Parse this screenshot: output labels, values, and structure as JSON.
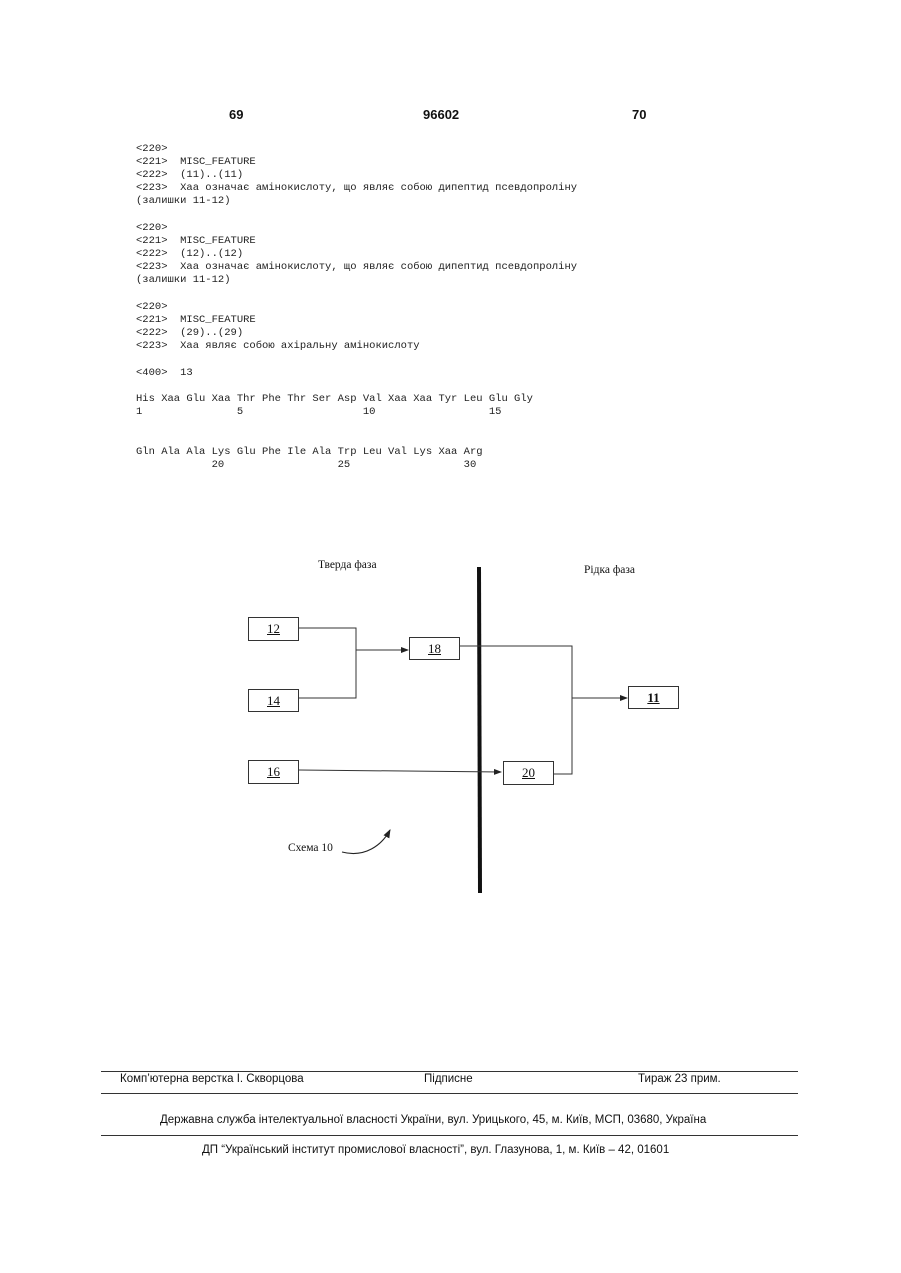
{
  "header": {
    "left_page": "69",
    "patent_number": "96602",
    "right_page": "70"
  },
  "sequence_listing": {
    "features": [
      {
        "l220": "<220>",
        "l221": "<221>  MISC_FEATURE",
        "l222": "<222>  (11)..(11)",
        "l223": "<223>  Xaa означає амінокислоту, що являє собою дипептид псевдопроліну",
        "l223b": "(залишки 11-12)"
      },
      {
        "l220": "<220>",
        "l221": "<221>  MISC_FEATURE",
        "l222": "<222>  (12)..(12)",
        "l223": "<223>  Xaa означає амінокислоту, що являє собою дипептид псевдопроліну",
        "l223b": "(залишки 11-12)"
      },
      {
        "l220": "<220>",
        "l221": "<221>  MISC_FEATURE",
        "l222": "<222>  (29)..(29)",
        "l223": "<223>  Xaa являє собою ахіральну амінокислоту",
        "l223b": ""
      }
    ],
    "seq_id_line": "<400>  13",
    "residues_line1": "His Xaa Glu Xaa Thr Phe Thr Ser Asp Val Xaa Xaa Tyr Leu Glu Gly",
    "numbers_line1": "1               5                   10                  15",
    "residues_line2": "Gln Ala Ala Lys Glu Phe Ile Ala Trp Leu Val Lys Xaa Arg",
    "numbers_line2": "            20                  25                  30"
  },
  "scheme": {
    "solid_phase_label": "Тверда фаза",
    "liquid_phase_label": "Рідка фаза",
    "caption": "Схема 10",
    "boxes": {
      "b12": "12",
      "b14": "14",
      "b16": "16",
      "b18": "18",
      "b20": "20",
      "b11": "11"
    }
  },
  "footer": {
    "layout": "Комп’ютерна верстка І. Скворцова",
    "signed": "Підписне",
    "circulation": "Тираж 23 прим.",
    "agency": "Державна служба інтелектуальної власності України, вул. Урицького, 45, м. Київ, МСП, 03680, Україна",
    "institute": "ДП “Український інститут промислової власності”, вул. Глазунова, 1, м. Київ – 42, 01601"
  }
}
